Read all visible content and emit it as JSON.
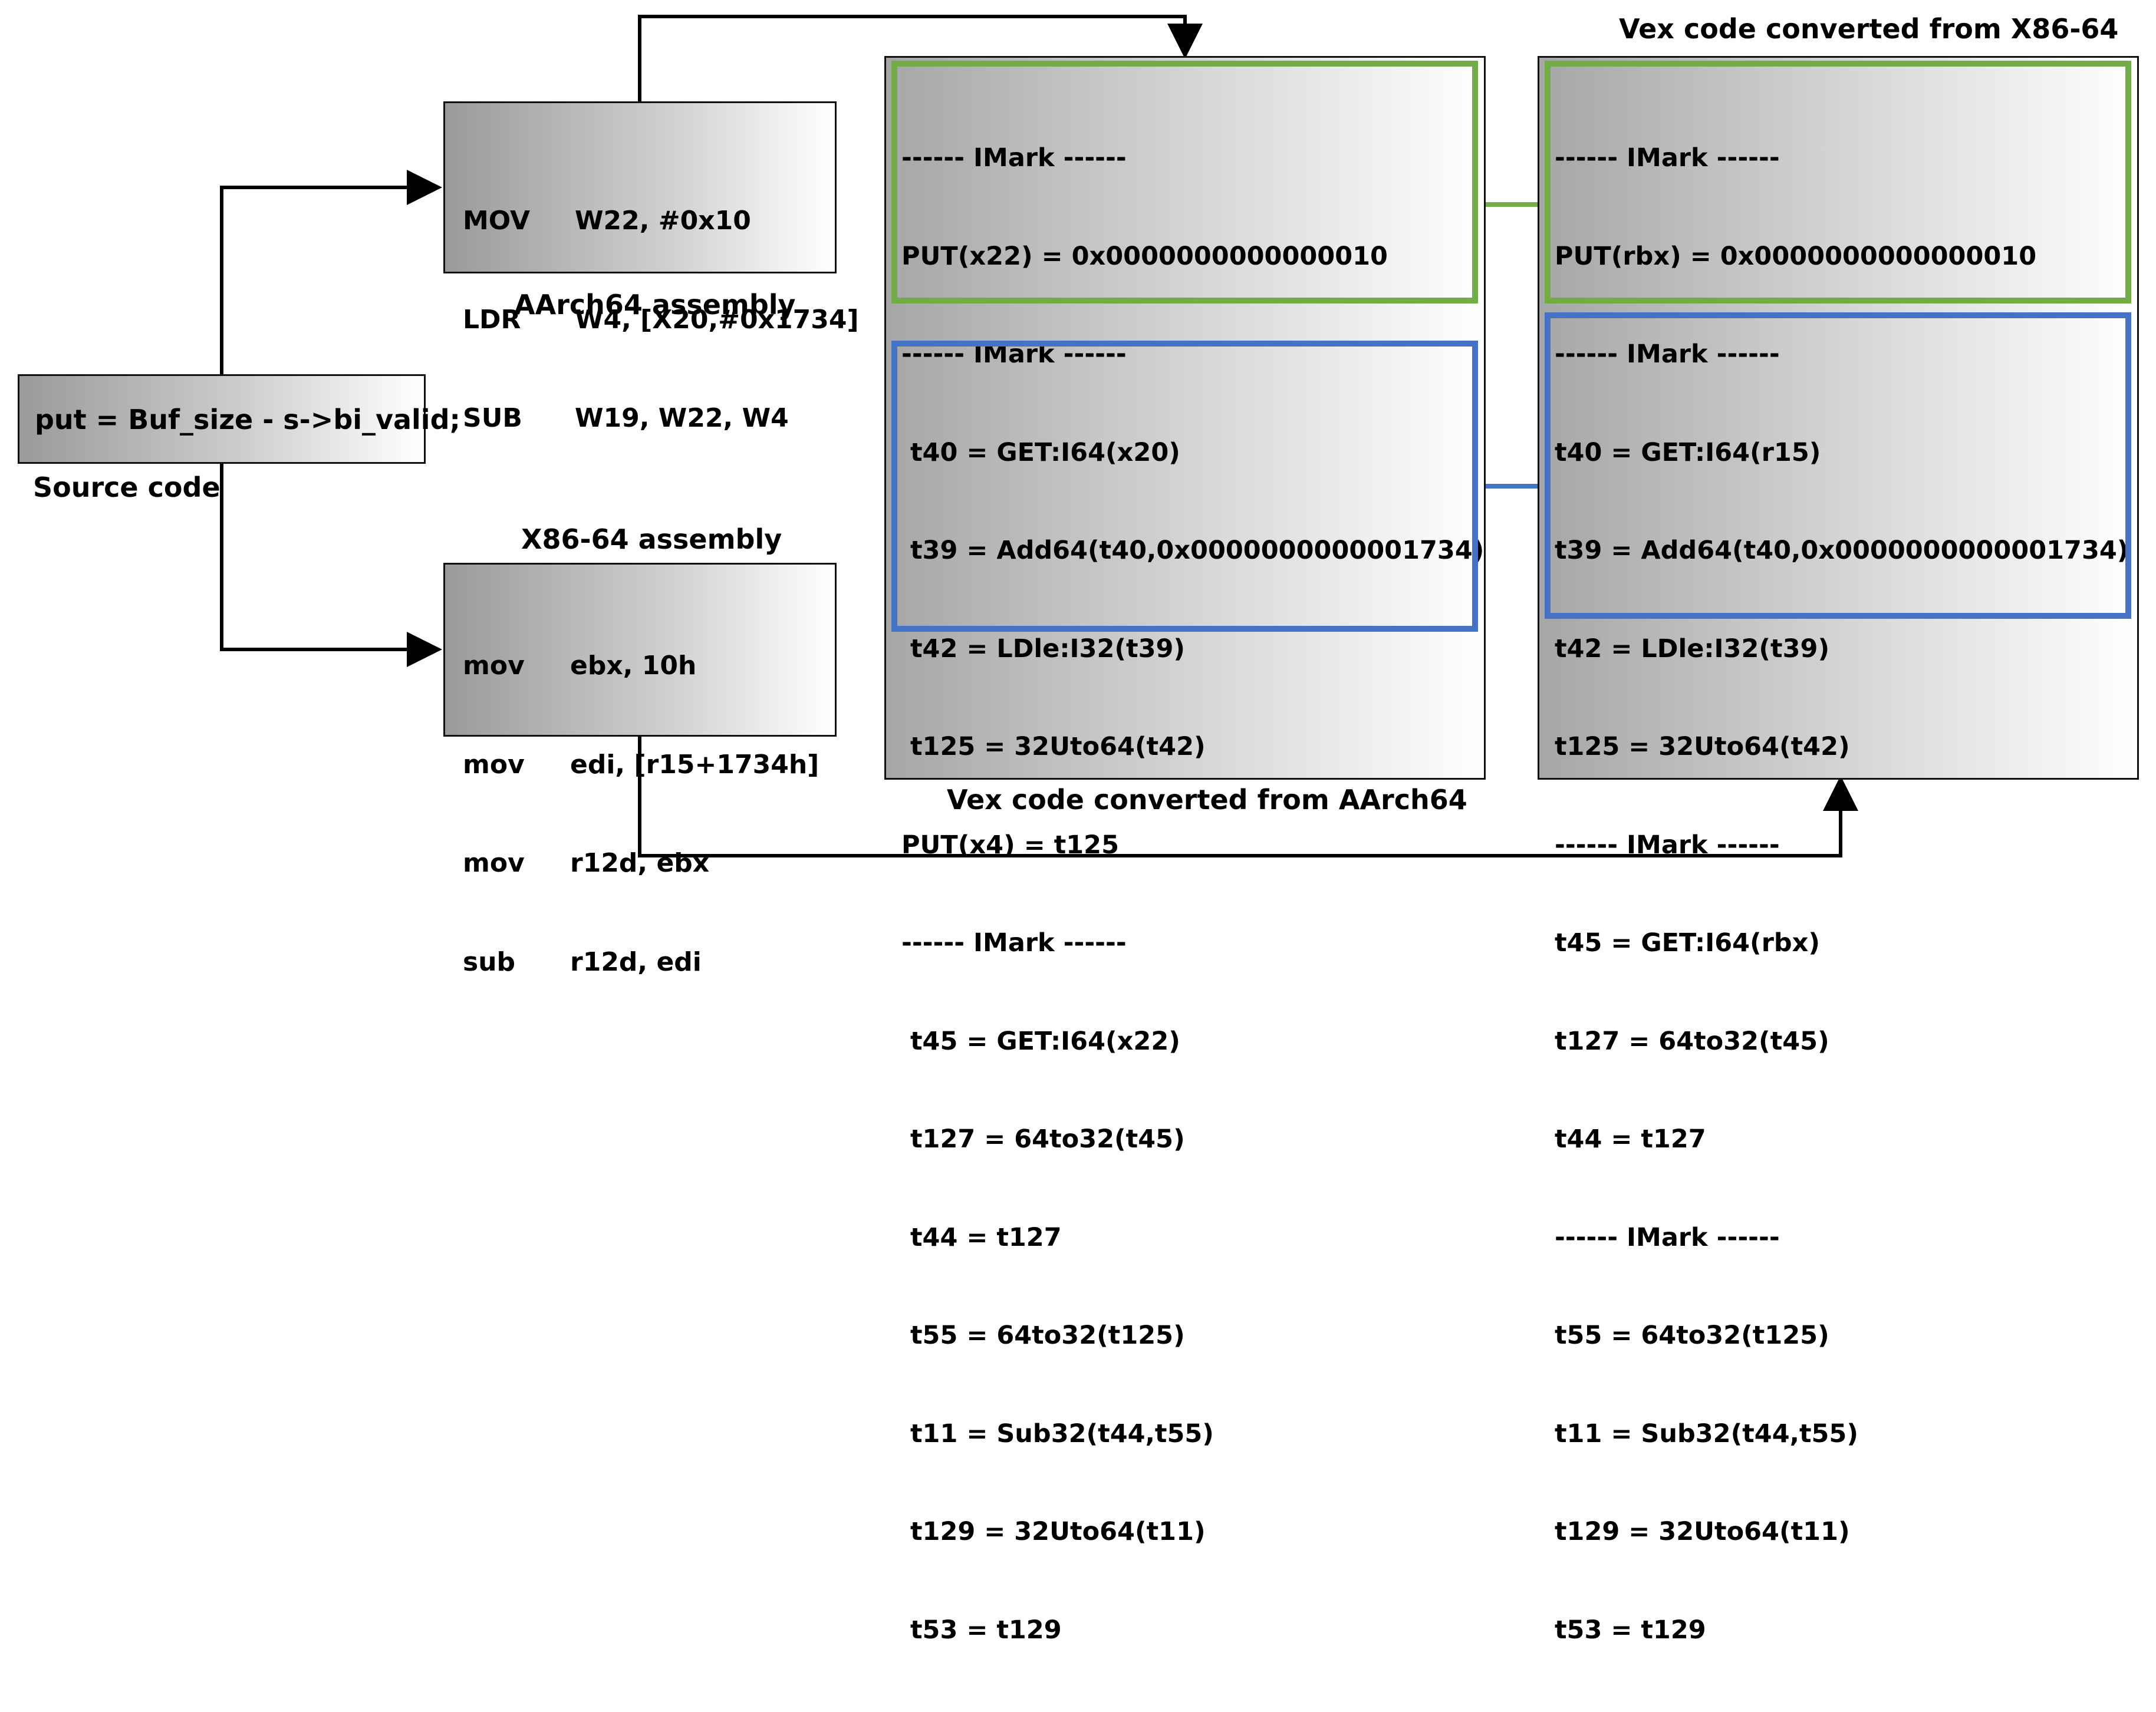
{
  "source": {
    "code": "put = Buf_size - s->bi_valid;",
    "caption": "Source code"
  },
  "aarch64": {
    "caption": "AArch64 assembly",
    "lines": [
      {
        "op": "MOV",
        "args": "W22, #0x10"
      },
      {
        "op": "LDR",
        "args": "W4, [X20,#0x1734]"
      },
      {
        "op": "SUB",
        "args": "W19, W22, W4"
      }
    ]
  },
  "x86": {
    "caption": "X86-64 assembly",
    "lines": [
      {
        "op": "mov",
        "args": "ebx, 10h"
      },
      {
        "op": "mov",
        "args": "edi, [r15+1734h]"
      },
      {
        "op": "mov",
        "args": "r12d, ebx"
      },
      {
        "op": "sub",
        "args": "r12d, edi"
      }
    ]
  },
  "vex_aarch64": {
    "caption": "Vex code converted from AArch64",
    "lines": [
      "------ IMark ------",
      "PUT(x22) = 0x0000000000000010",
      "------ IMark ------",
      " t40 = GET:I64(x20)",
      " t39 = Add64(t40,0x0000000000001734)",
      " t42 = LDle:I32(t39)",
      " t125 = 32Uto64(t42)",
      "PUT(x4) = t125",
      "------ IMark ------",
      " t45 = GET:I64(x22)",
      " t127 = 64to32(t45)",
      " t44 = t127",
      " t55 = 64to32(t125)",
      " t11 = Sub32(t44,t55)",
      " t129 = 32Uto64(t11)",
      " t53 = t129"
    ]
  },
  "vex_x86": {
    "caption": "Vex code converted from X86-64",
    "lines": [
      "------ IMark ------",
      "PUT(rbx) = 0x0000000000000010",
      "------ IMark ------",
      "t40 = GET:I64(r15)",
      "t39 = Add64(t40,0x0000000000001734)",
      "t42 = LDle:I32(t39)",
      "t125 = 32Uto64(t42)",
      "------ IMark ------",
      "t45 = GET:I64(rbx)",
      "t127 = 64to32(t45)",
      "t44 = t127",
      "------ IMark ------",
      "t55 = 64to32(t125)",
      "t11 = Sub32(t44,t55)",
      "t129 = 32Uto64(t11)",
      "t53 = t129"
    ]
  },
  "colors": {
    "match_first_block": "#70ad47",
    "match_second_block": "#4472c4",
    "connector": "#000000"
  }
}
